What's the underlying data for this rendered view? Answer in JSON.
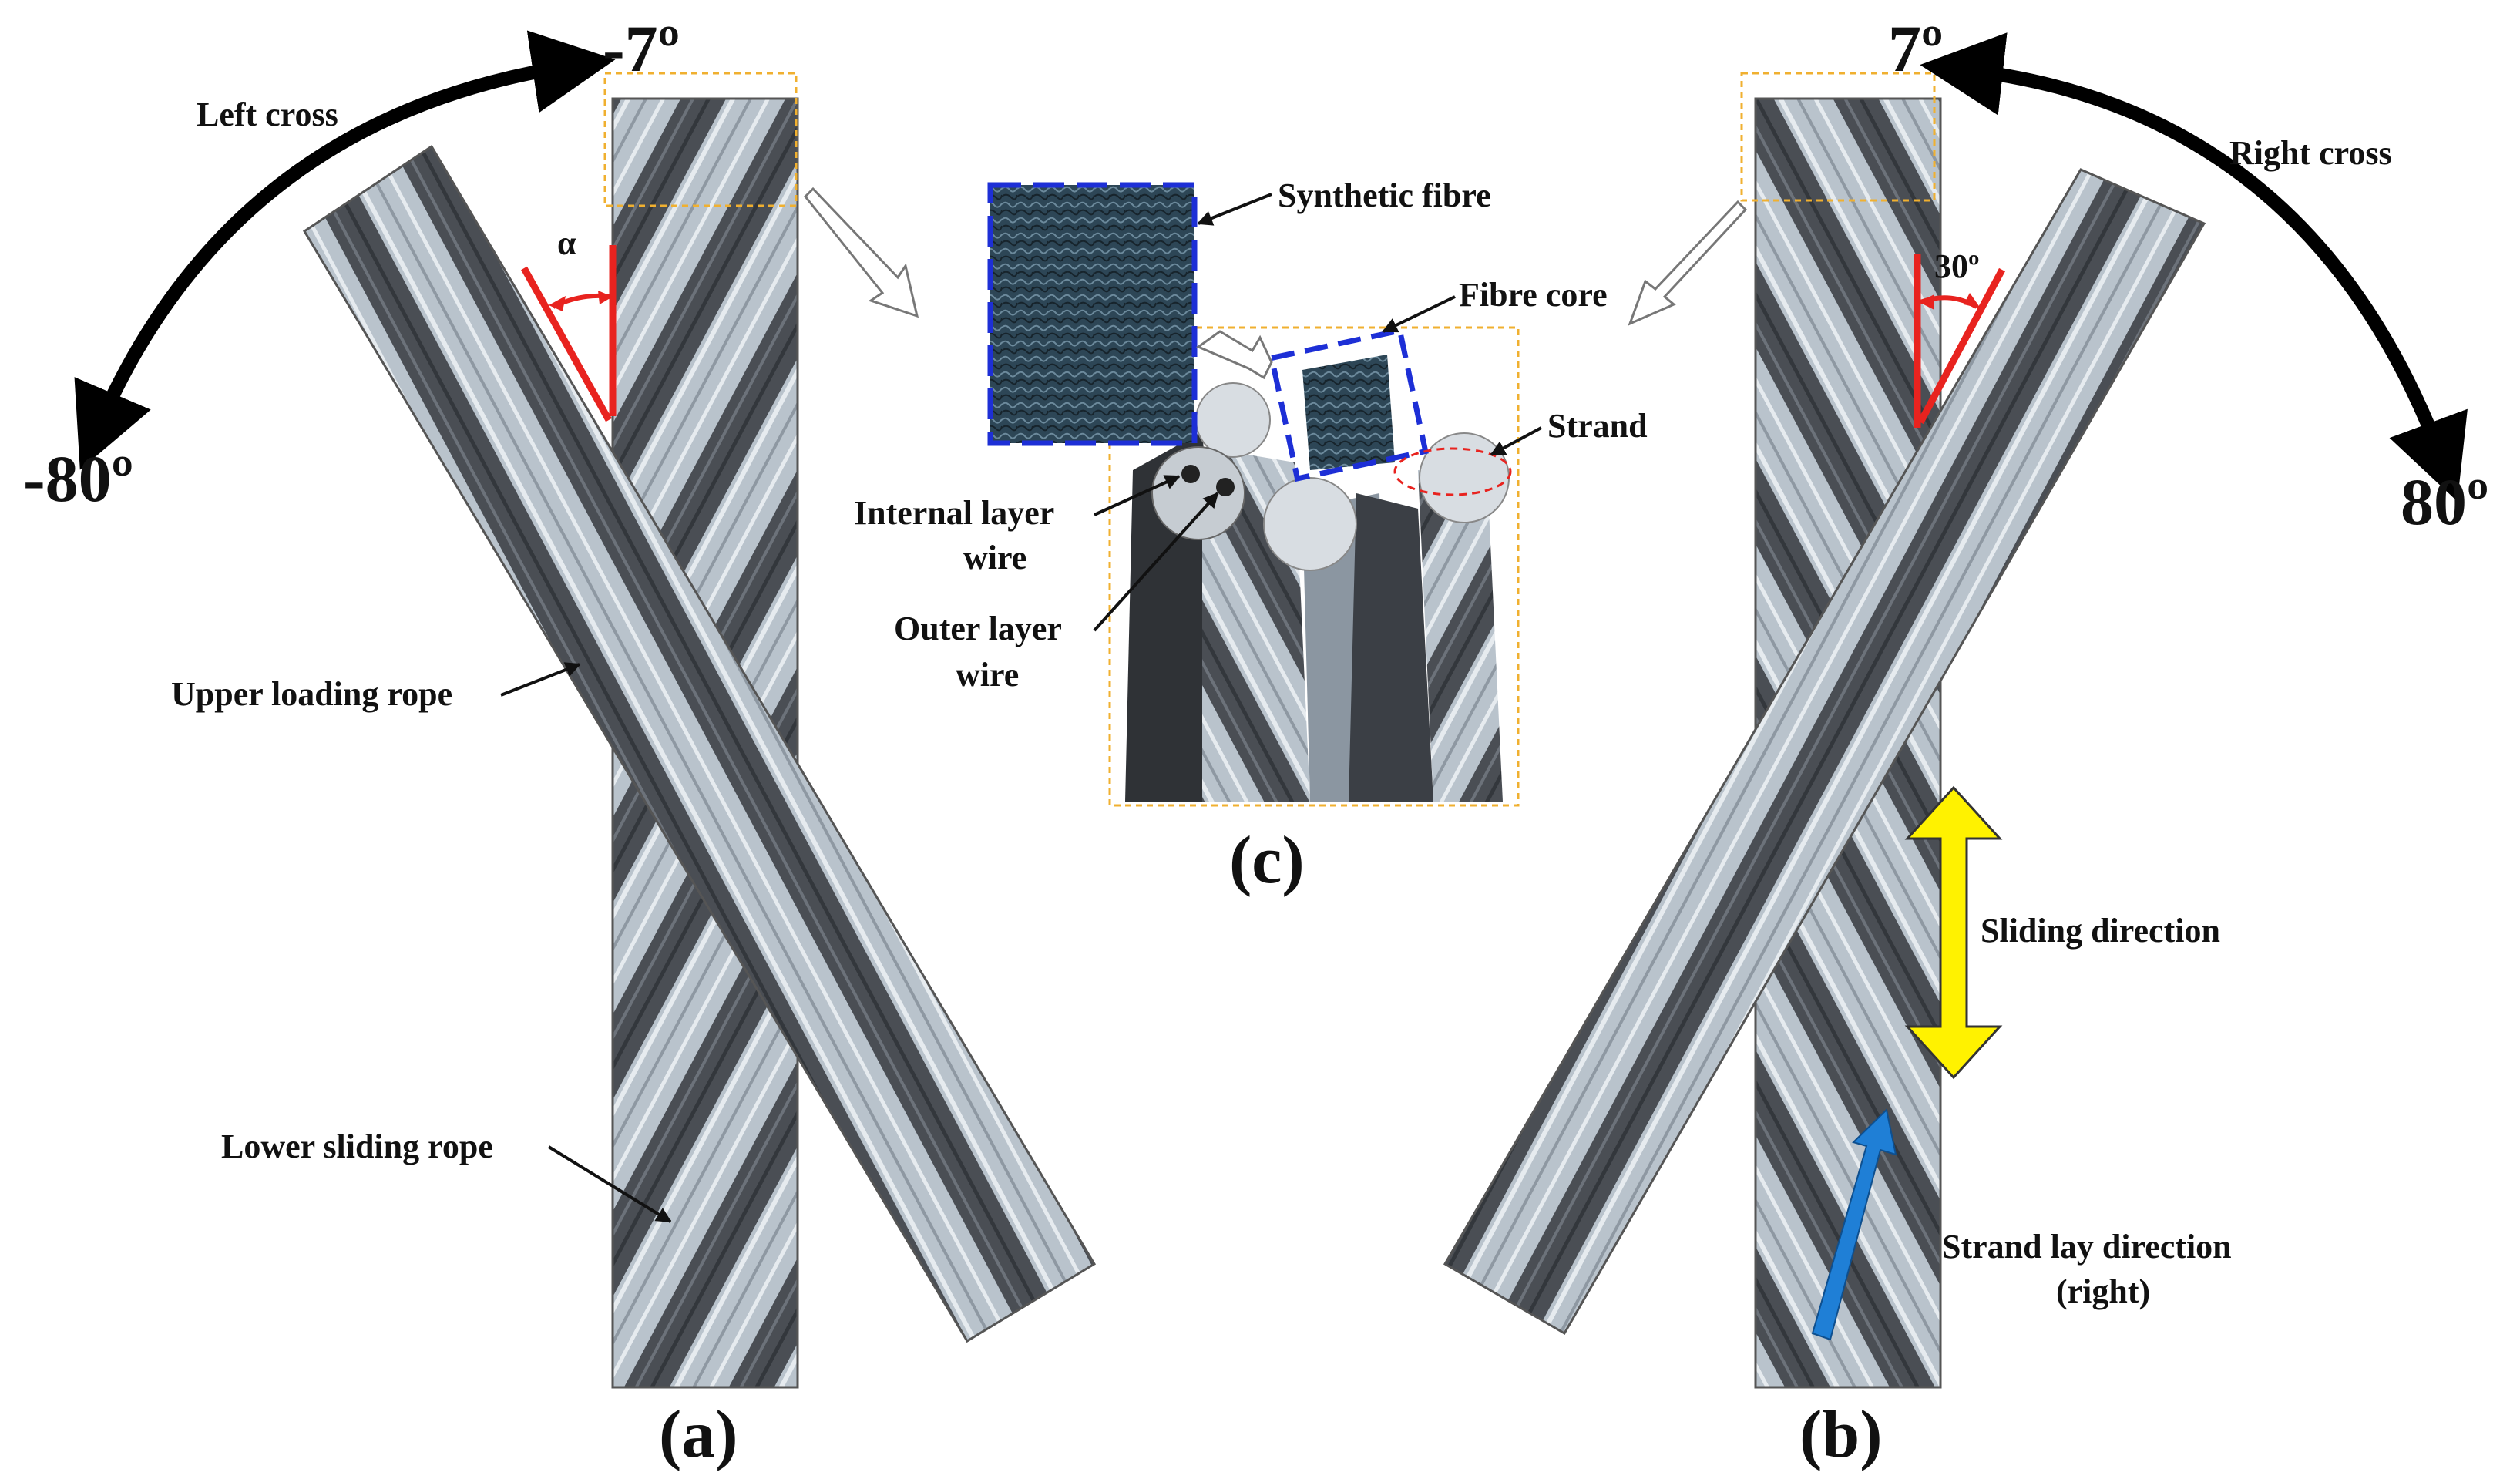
{
  "panel_a": {
    "panel_label": "(a)",
    "angle_top": "-7º",
    "angle_left": "-80º",
    "cross_label": "Left cross",
    "alpha_label": "α",
    "upper_rope_label": "Upper loading rope",
    "lower_rope_label": "Lower sliding rope"
  },
  "panel_b": {
    "panel_label": "(b)",
    "angle_top": "7º",
    "angle_right": "80º",
    "cross_label": "Right cross",
    "angle_30": "30º",
    "sliding_label": "Sliding direction",
    "lay_label_1": "Strand lay direction",
    "lay_label_2": "(right)"
  },
  "panel_c": {
    "panel_label": "(c)",
    "synthetic_fibre": "Synthetic fibre",
    "fibre_core": "Fibre core",
    "strand": "Strand",
    "internal_1": "Internal layer",
    "internal_2": "wire",
    "outer_1": "Outer layer",
    "outer_2": "wire"
  },
  "colors": {
    "rope_light": "#b9c3cc",
    "rope_dark": "#4a4e54",
    "accent_red": "#e8231f",
    "accent_blue": "#1d2fd6",
    "accent_yellow": "#fff200",
    "lay_arrow_blue": "#1f7fd6",
    "zoom_box": "#f0b030",
    "fibre_dark": "#2d4656"
  }
}
